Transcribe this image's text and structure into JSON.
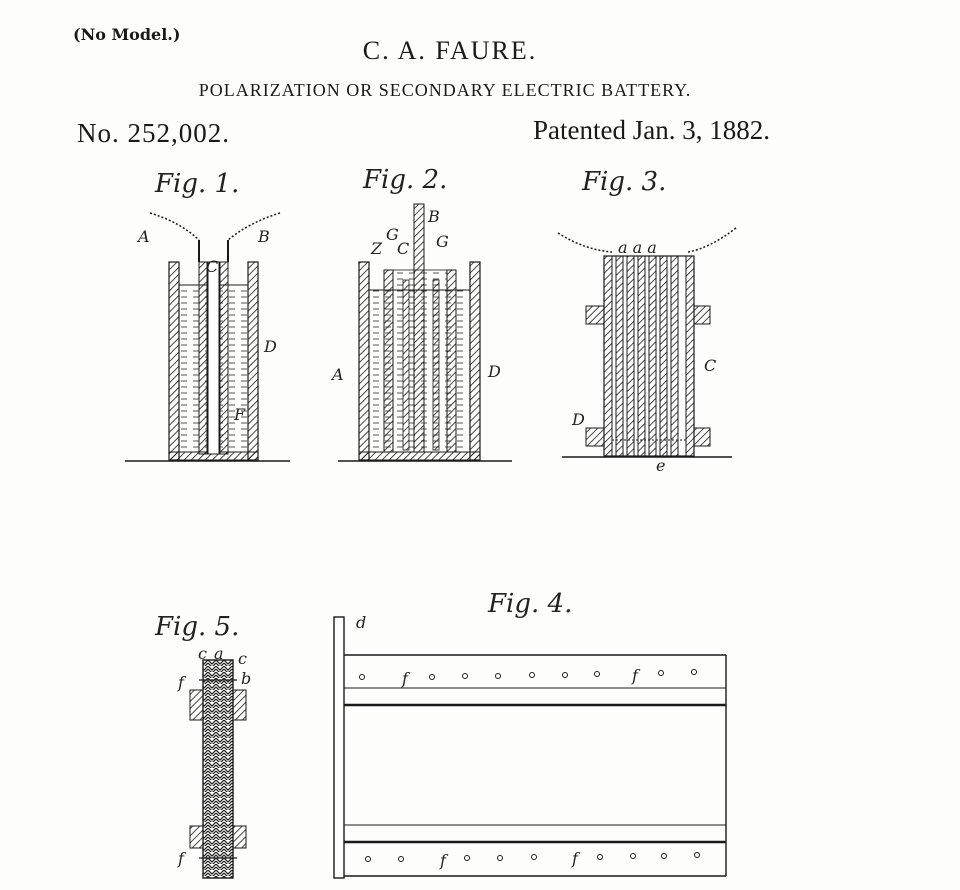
{
  "header": {
    "model_note": "(No Model.)",
    "inventor": "C. A. FAURE.",
    "title": "POLARIZATION OR SECONDARY ELECTRIC BATTERY.",
    "patent_number": "No. 252,002.",
    "patent_date": "Patented Jan. 3, 1882."
  },
  "figures": {
    "fig1": {
      "label": "Fig. 1.",
      "refs": {
        "A": "A",
        "B": "B",
        "C": "C",
        "D": "D",
        "F": "F"
      }
    },
    "fig2": {
      "label": "Fig. 2.",
      "refs": {
        "B": "B",
        "G1": "G",
        "Z": "Z",
        "C": "C",
        "G2": "G",
        "A": "A",
        "D": "D"
      }
    },
    "fig3": {
      "label": "Fig. 3.",
      "refs": {
        "a": "a a a",
        "C": "C",
        "D": "D",
        "e": "e"
      }
    },
    "fig4": {
      "label": "Fig. 4.",
      "refs": {
        "d": "d",
        "f1": "f",
        "f2": "f",
        "f3": "f",
        "f4": "f"
      }
    },
    "fig5": {
      "label": "Fig. 5.",
      "refs": {
        "c1": "c",
        "a": "a",
        "c2": "c",
        "b": "b",
        "f1": "f",
        "f2": "f"
      }
    }
  },
  "colors": {
    "ink": "#1a1a1a",
    "paper": "#fdfdfc"
  }
}
